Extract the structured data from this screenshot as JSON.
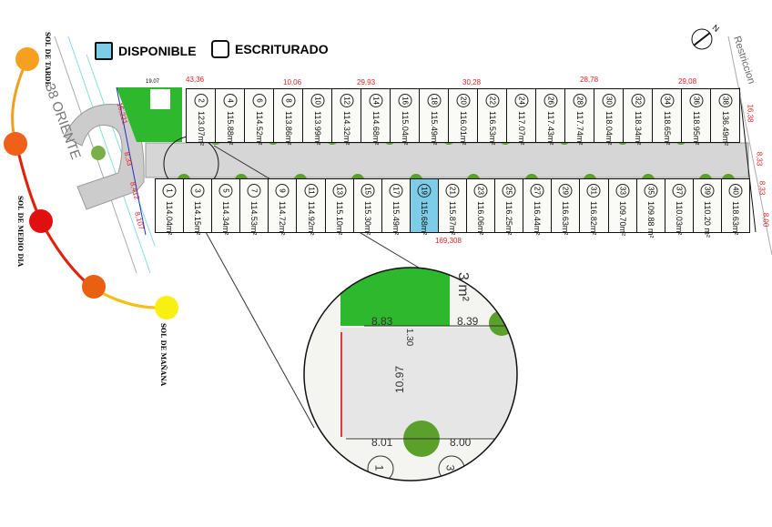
{
  "legend": {
    "available": "DISPONIBLE",
    "deeded": "ESCRITURADO",
    "available_color": "#7ecde8"
  },
  "sun": {
    "afternoon": "SOL DE TARDE",
    "noon": "SOL DE MEDIO DIA",
    "morning": "SOL DE MAÑANA"
  },
  "street": "38 ORIENTE",
  "restriction": "Restriccion",
  "north": "N",
  "dimensions": {
    "top1": "43,36",
    "top2": "10,06",
    "top3": "29,93",
    "top4": "30,28",
    "top5": "28,78",
    "top6": "29,08",
    "bottom": "169,308",
    "left1": "16,221",
    "left2": "8,33",
    "left3": "8,412",
    "left4": "8,107",
    "right1": "16,38",
    "right2": "8,33",
    "right3": "8,33",
    "right4": "8,00",
    "park_width": "19.07"
  },
  "top_lots": [
    {
      "n": "2",
      "area": "123.07m²",
      "status": "escriturado"
    },
    {
      "n": "4",
      "area": "115.88m²",
      "status": "escriturado"
    },
    {
      "n": "6",
      "area": "114.52m²",
      "status": "escriturado"
    },
    {
      "n": "8",
      "area": "113.86m²",
      "status": "escriturado"
    },
    {
      "n": "10",
      "area": "113.99m²",
      "status": "escriturado"
    },
    {
      "n": "12",
      "area": "114.32m²",
      "status": "escriturado"
    },
    {
      "n": "14",
      "area": "114.68m²",
      "status": "escriturado"
    },
    {
      "n": "16",
      "area": "115.04m²",
      "status": "escriturado"
    },
    {
      "n": "18",
      "area": "115.49m²",
      "status": "escriturado"
    },
    {
      "n": "20",
      "area": "116.01m²",
      "status": "escriturado"
    },
    {
      "n": "22",
      "area": "116.53m²",
      "status": "escriturado"
    },
    {
      "n": "24",
      "area": "117.07m²",
      "status": "escriturado"
    },
    {
      "n": "26",
      "area": "117.43m²",
      "status": "escriturado"
    },
    {
      "n": "28",
      "area": "117.74m²",
      "status": "escriturado"
    },
    {
      "n": "30",
      "area": "118.04m²",
      "status": "escriturado"
    },
    {
      "n": "32",
      "area": "118.34m²",
      "status": "escriturado"
    },
    {
      "n": "34",
      "area": "118.65m²",
      "status": "escriturado"
    },
    {
      "n": "36",
      "area": "118.95m²",
      "status": "escriturado"
    },
    {
      "n": "38",
      "area": "136.49m²",
      "status": "escriturado"
    }
  ],
  "bottom_lots": [
    {
      "n": "1",
      "area": "114.04m²",
      "status": "escriturado"
    },
    {
      "n": "3",
      "area": "114.15m²",
      "status": "escriturado"
    },
    {
      "n": "5",
      "area": "114.34m²",
      "status": "escriturado"
    },
    {
      "n": "7",
      "area": "114.53m²",
      "status": "escriturado"
    },
    {
      "n": "9",
      "area": "114.72m²",
      "status": "escriturado"
    },
    {
      "n": "11",
      "area": "114.92m²",
      "status": "escriturado"
    },
    {
      "n": "13",
      "area": "115.10m²",
      "status": "escriturado"
    },
    {
      "n": "15",
      "area": "115.30m²",
      "status": "escriturado"
    },
    {
      "n": "17",
      "area": "115.49m²",
      "status": "escriturado"
    },
    {
      "n": "19",
      "area": "115.68m²",
      "status": "disponible"
    },
    {
      "n": "21",
      "area": "115.87m²",
      "status": "escriturado"
    },
    {
      "n": "23",
      "area": "116.06m²",
      "status": "escriturado"
    },
    {
      "n": "25",
      "area": "116.25m²",
      "status": "escriturado"
    },
    {
      "n": "27",
      "area": "116.44m²",
      "status": "escriturado"
    },
    {
      "n": "29",
      "area": "116.63m²",
      "status": "escriturado"
    },
    {
      "n": "31",
      "area": "116.82m²",
      "status": "escriturado"
    },
    {
      "n": "33",
      "area": "109.70m²",
      "status": "escriturado"
    },
    {
      "n": "35",
      "area": "109.88 m²",
      "status": "escriturado"
    },
    {
      "n": "37",
      "area": "110.03m²",
      "status": "escriturado"
    },
    {
      "n": "39",
      "area": "110.20 m²",
      "status": "escriturado"
    },
    {
      "n": "40",
      "area": "118.63m²",
      "status": "escriturado"
    }
  ],
  "inset": {
    "park_front": "8.83",
    "lot2_front": "8.39",
    "road_width": "10.97",
    "setback": "1.30",
    "lot1_front": "8.01",
    "lot3_front": "8.00",
    "lot1": "1",
    "lot3": "3",
    "area_fragment": "3 m²"
  }
}
